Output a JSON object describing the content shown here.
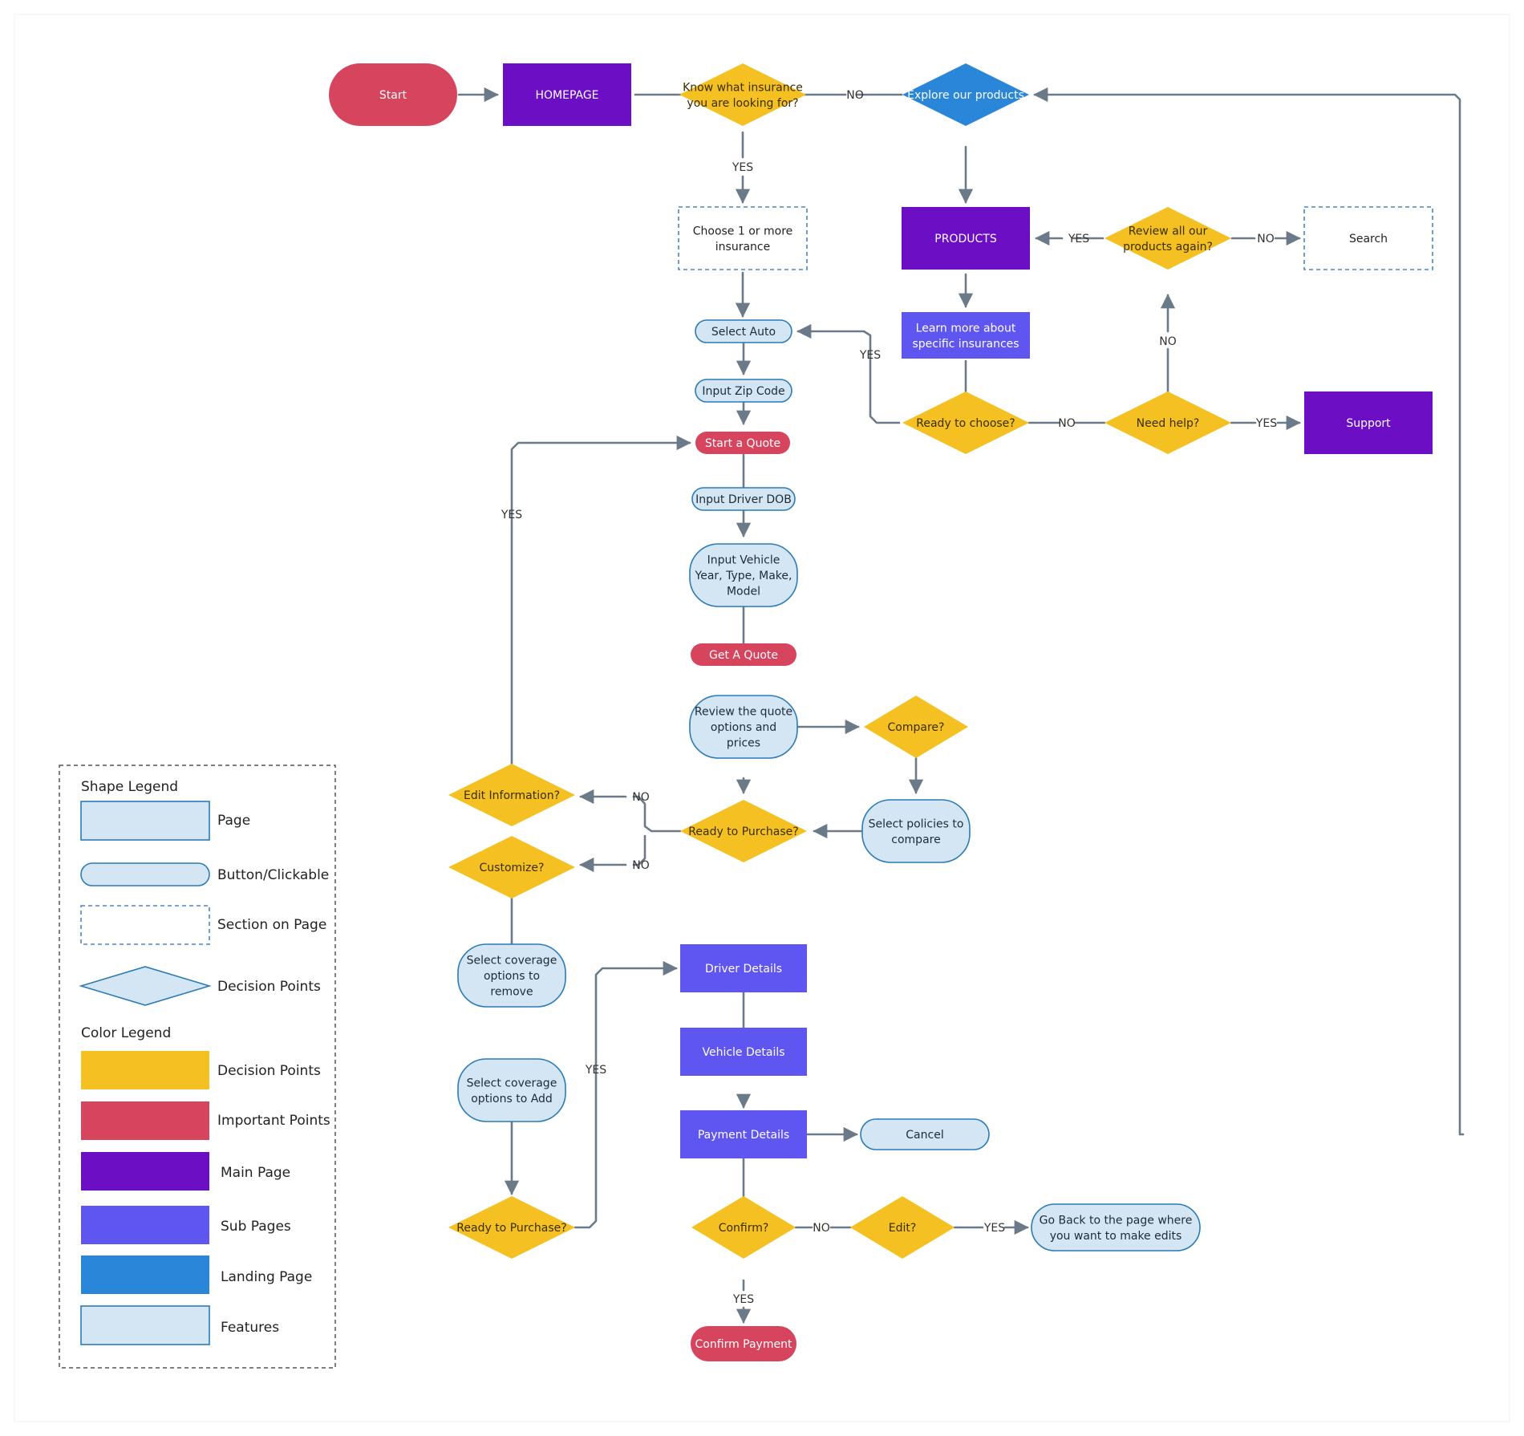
{
  "colors": {
    "decision": "#f4c022",
    "important": "#d6455d",
    "main_page": "#6c0fc4",
    "sub_page": "#5f55f0",
    "landing": "#2a86d8",
    "feature_fill": "#d4e5f4",
    "feature_stroke": "#2a7bb7",
    "section_stroke": "#4a86c0",
    "connector": "#6b7a88",
    "legend_border": "#555555"
  },
  "nodes": {
    "start": "Start",
    "homepage": "HOMEPAGE",
    "know": [
      "Know what insurance",
      "you are looking for?"
    ],
    "explore": "Explore our products",
    "choose": [
      "Choose 1 or more",
      "insurance"
    ],
    "products": "PRODUCTS",
    "review_all": [
      "Review all our",
      "products again?"
    ],
    "search": "Search",
    "select_auto": "Select Auto",
    "learn_more": [
      "Learn more about",
      "specific insurances"
    ],
    "input_zip": "Input Zip Code",
    "ready_choose": "Ready to choose?",
    "need_help": "Need help?",
    "support": "Support",
    "start_quote": "Start a Quote",
    "input_dob": "Input Driver DOB",
    "input_vehicle": [
      "Input Vehicle",
      "Year, Type, Make,",
      "Model"
    ],
    "get_quote": "Get A Quote",
    "review_quote": [
      "Review the quote",
      "options and",
      "prices"
    ],
    "compare": "Compare?",
    "edit_info": "Edit Information?",
    "ready_purchase_1": "Ready to Purchase?",
    "select_policies": [
      "Select policies to",
      "compare"
    ],
    "customize": "Customize?",
    "select_remove": [
      "Select coverage",
      "options to",
      "remove"
    ],
    "driver_details": "Driver Details",
    "vehicle_details": "Vehicle Details",
    "select_add": [
      "Select coverage",
      "options to Add"
    ],
    "payment_details": "Payment Details",
    "cancel": "Cancel",
    "ready_purchase_2": "Ready to Purchase?",
    "confirm": "Confirm?",
    "edit": "Edit?",
    "go_back": [
      "Go Back to the page where",
      "you want to make edits"
    ],
    "confirm_payment": "Confirm Payment"
  },
  "edge_labels": {
    "no": "NO",
    "yes": "YES"
  },
  "legend": {
    "shape_title": "Shape Legend",
    "shapes": [
      "Page",
      "Button/Clickable",
      "Section on Page",
      "Decision Points"
    ],
    "color_title": "Color Legend",
    "colors": [
      "Decision Points",
      "Important Points",
      "Main Page",
      "Sub Pages",
      "Landing Page",
      "Features"
    ]
  }
}
